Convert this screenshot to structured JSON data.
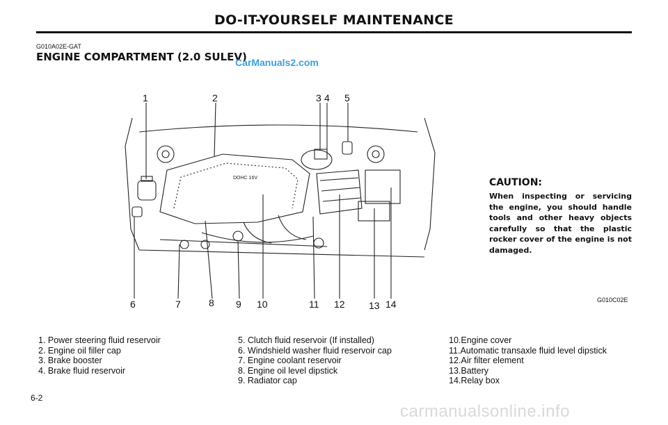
{
  "header": {
    "title": "DO-IT-YOURSELF MAINTENANCE",
    "section_code": "G010A02E-GAT",
    "section_title": "ENGINE COMPARTMENT (2.0 SULEV)",
    "watermark": "CarManuals2.com"
  },
  "figure": {
    "code": "G010C02E",
    "top_callouts": [
      "1",
      "2",
      "3",
      "4",
      "5"
    ],
    "bottom_callouts": [
      "6",
      "7",
      "8",
      "9",
      "10",
      "11",
      "12",
      "13",
      "14"
    ],
    "engine_cover_text": "DOHC 16V"
  },
  "caution": {
    "title": "CAUTION:",
    "text": "When inspecting or servicing the engine, you should handle tools and other heavy objects carefully so that the plastic rocker cover of the engine is not damaged."
  },
  "legend": {
    "col1": [
      "1. Power steering fluid reservoir",
      "2. Engine oil filler cap",
      "3. Brake booster",
      "4. Brake fluid reservoir"
    ],
    "col2": [
      "5. Clutch fluid reservoir  (If installed)",
      "6. Windshield washer fluid reservoir cap",
      "7. Engine coolant reservoir",
      "8. Engine oil level dipstick",
      "9. Radiator cap"
    ],
    "col3": [
      "10.Engine cover",
      "11.Automatic transaxle fluid level dipstick",
      "12.Air filter element",
      "13.Battery",
      "14.Relay box"
    ]
  },
  "footer": {
    "page_number": "6-2",
    "site_watermark": "carmanualsonline.info"
  }
}
